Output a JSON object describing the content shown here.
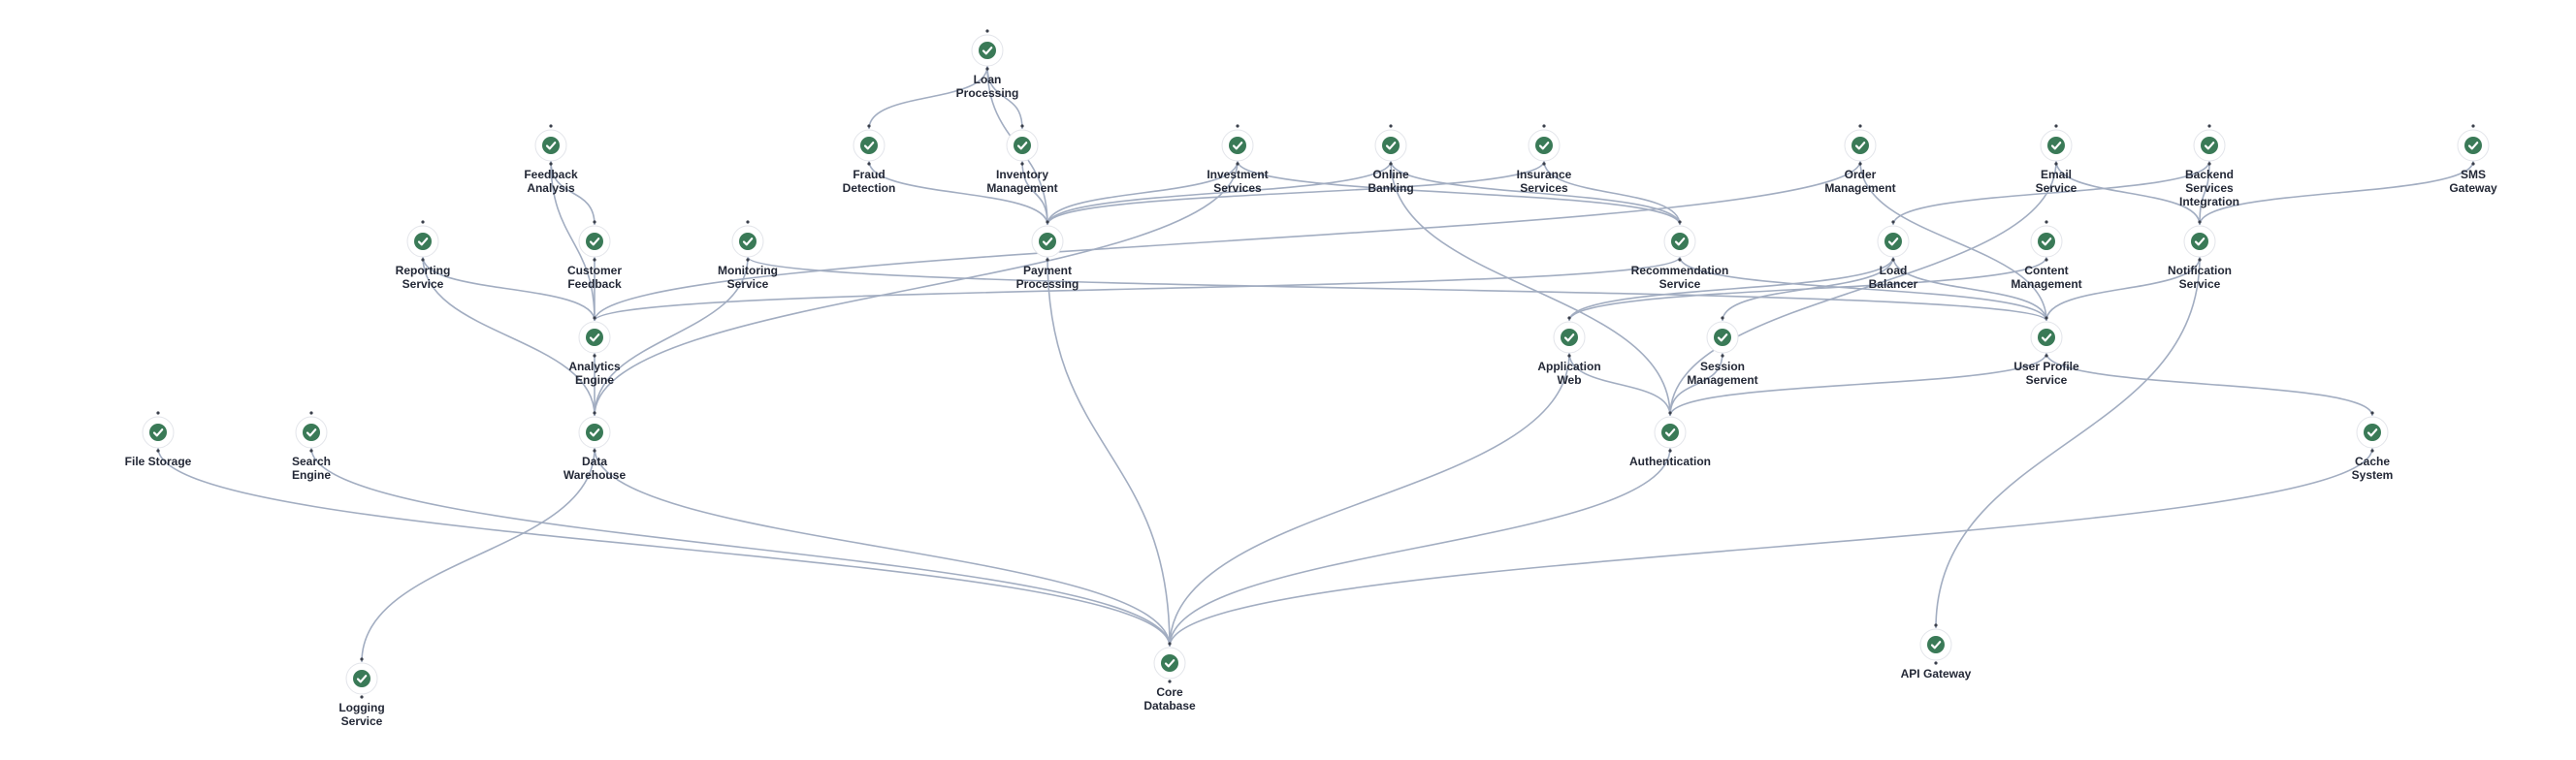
{
  "nodes": [
    {
      "id": "loan-processing",
      "lines": [
        "Loan",
        "Processing"
      ]
    },
    {
      "id": "fraud-detection",
      "lines": [
        "Fraud",
        "Detection"
      ]
    },
    {
      "id": "inventory-management",
      "lines": [
        "Inventory",
        "Management"
      ]
    },
    {
      "id": "investment-services",
      "lines": [
        "Investment",
        "Services"
      ]
    },
    {
      "id": "online-banking",
      "lines": [
        "Online",
        "Banking"
      ]
    },
    {
      "id": "insurance-services",
      "lines": [
        "Insurance",
        "Services"
      ]
    },
    {
      "id": "order-management",
      "lines": [
        "Order",
        "Management"
      ]
    },
    {
      "id": "email-service",
      "lines": [
        "Email",
        "Service"
      ]
    },
    {
      "id": "backend-services-integration",
      "lines": [
        "Backend",
        "Services",
        "Integration"
      ]
    },
    {
      "id": "sms-gateway",
      "lines": [
        "SMS",
        "Gateway"
      ]
    },
    {
      "id": "feedback-analysis",
      "lines": [
        "Feedback",
        "Analysis"
      ]
    },
    {
      "id": "reporting-service",
      "lines": [
        "Reporting",
        "Service"
      ]
    },
    {
      "id": "customer-feedback",
      "lines": [
        "Customer",
        "Feedback"
      ]
    },
    {
      "id": "monitoring-service",
      "lines": [
        "Monitoring",
        "Service"
      ]
    },
    {
      "id": "payment-processing",
      "lines": [
        "Payment",
        "Processing"
      ]
    },
    {
      "id": "recommendation-service",
      "lines": [
        "Recommendation",
        "Service"
      ]
    },
    {
      "id": "load-balancer",
      "lines": [
        "Load",
        "Balancer"
      ]
    },
    {
      "id": "content-management",
      "lines": [
        "Content",
        "Management"
      ]
    },
    {
      "id": "notification-service",
      "lines": [
        "Notification",
        "Service"
      ]
    },
    {
      "id": "analytics-engine",
      "lines": [
        "Analytics",
        "Engine"
      ]
    },
    {
      "id": "application-web",
      "lines": [
        "Application",
        "Web"
      ]
    },
    {
      "id": "session-management",
      "lines": [
        "Session",
        "Management"
      ]
    },
    {
      "id": "user-profile-service",
      "lines": [
        "User Profile",
        "Service"
      ]
    },
    {
      "id": "file-storage",
      "lines": [
        "File Storage"
      ]
    },
    {
      "id": "search-engine",
      "lines": [
        "Search",
        "Engine"
      ]
    },
    {
      "id": "data-warehouse",
      "lines": [
        "Data",
        "Warehouse"
      ]
    },
    {
      "id": "authentication",
      "lines": [
        "Authentication"
      ]
    },
    {
      "id": "cache-system",
      "lines": [
        "Cache",
        "System"
      ]
    },
    {
      "id": "core-database",
      "lines": [
        "Core",
        "Database"
      ]
    },
    {
      "id": "api-gateway",
      "lines": [
        "API Gateway"
      ]
    },
    {
      "id": "logging-service",
      "lines": [
        "Logging",
        "Service"
      ]
    }
  ],
  "edges": [
    [
      "loan-processing",
      "fraud-detection"
    ],
    [
      "loan-processing",
      "inventory-management"
    ],
    [
      "loan-processing",
      "payment-processing"
    ],
    [
      "fraud-detection",
      "payment-processing"
    ],
    [
      "inventory-management",
      "payment-processing"
    ],
    [
      "investment-services",
      "payment-processing"
    ],
    [
      "investment-services",
      "recommendation-service"
    ],
    [
      "investment-services",
      "data-warehouse"
    ],
    [
      "online-banking",
      "payment-processing"
    ],
    [
      "online-banking",
      "recommendation-service"
    ],
    [
      "online-banking",
      "authentication"
    ],
    [
      "insurance-services",
      "recommendation-service"
    ],
    [
      "insurance-services",
      "payment-processing"
    ],
    [
      "order-management",
      "analytics-engine"
    ],
    [
      "order-management",
      "user-profile-service"
    ],
    [
      "email-service",
      "notification-service"
    ],
    [
      "email-service",
      "authentication"
    ],
    [
      "backend-services-integration",
      "load-balancer"
    ],
    [
      "backend-services-integration",
      "notification-service"
    ],
    [
      "sms-gateway",
      "notification-service"
    ],
    [
      "feedback-analysis",
      "customer-feedback"
    ],
    [
      "feedback-analysis",
      "analytics-engine"
    ],
    [
      "reporting-service",
      "analytics-engine"
    ],
    [
      "reporting-service",
      "data-warehouse"
    ],
    [
      "customer-feedback",
      "analytics-engine"
    ],
    [
      "monitoring-service",
      "user-profile-service"
    ],
    [
      "monitoring-service",
      "data-warehouse"
    ],
    [
      "payment-processing",
      "core-database"
    ],
    [
      "recommendation-service",
      "user-profile-service"
    ],
    [
      "recommendation-service",
      "analytics-engine"
    ],
    [
      "load-balancer",
      "application-web"
    ],
    [
      "load-balancer",
      "session-management"
    ],
    [
      "load-balancer",
      "user-profile-service"
    ],
    [
      "content-management",
      "application-web"
    ],
    [
      "notification-service",
      "user-profile-service"
    ],
    [
      "notification-service",
      "api-gateway"
    ],
    [
      "analytics-engine",
      "data-warehouse"
    ],
    [
      "application-web",
      "core-database"
    ],
    [
      "application-web",
      "authentication"
    ],
    [
      "session-management",
      "authentication"
    ],
    [
      "user-profile-service",
      "authentication"
    ],
    [
      "user-profile-service",
      "cache-system"
    ],
    [
      "file-storage",
      "core-database"
    ],
    [
      "search-engine",
      "core-database"
    ],
    [
      "data-warehouse",
      "core-database"
    ],
    [
      "data-warehouse",
      "logging-service"
    ],
    [
      "authentication",
      "core-database"
    ],
    [
      "cache-system",
      "core-database"
    ]
  ]
}
